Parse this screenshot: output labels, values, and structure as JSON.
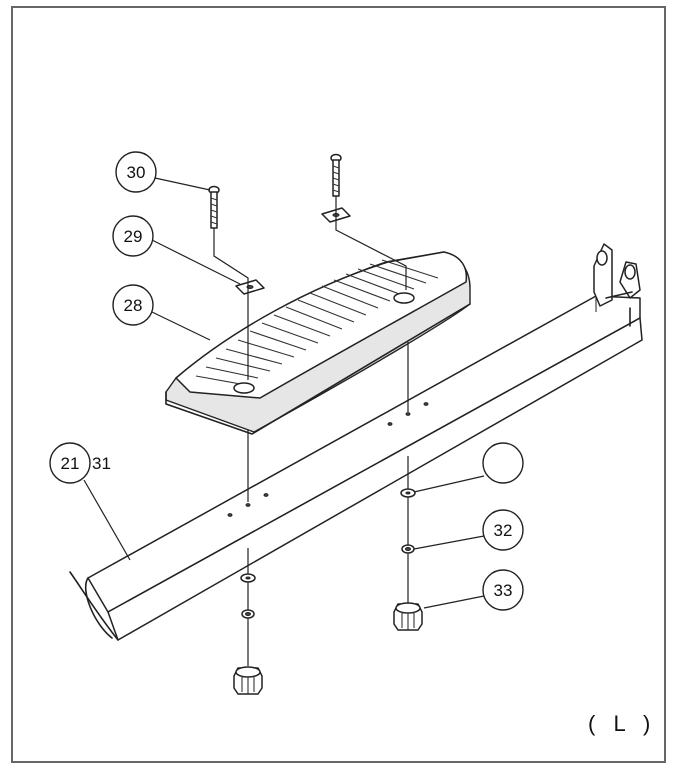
{
  "callouts": {
    "c30": "30",
    "c29": "29",
    "c28": "28",
    "c21": "21",
    "c21_extra": "31",
    "c_blank": "",
    "c32": "32",
    "c33": "33"
  },
  "side_label": "( L )"
}
